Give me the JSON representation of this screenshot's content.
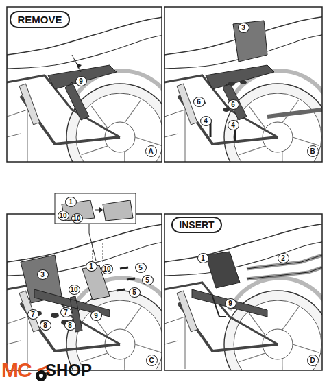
{
  "diagram": {
    "nodes": [
      {
        "text": [
          "REMOVE"
        ]
      },
      {
        "text": [
          "A"
        ]
      },
      {
        "text": [
          "B"
        ]
      },
      {
        "text": [
          "C"
        ]
      },
      {
        "text": [
          "INSERT"
        ]
      },
      {
        "text": [
          "D"
        ]
      }
    ],
    "labels": [
      "9",
      "3",
      "6",
      "6",
      "4",
      "4",
      "1",
      "10",
      "10",
      "3",
      "1",
      "10",
      "5",
      "5",
      "5",
      "10",
      "7",
      "7",
      "8",
      "8",
      "9",
      "1",
      "2",
      "9",
      "MC",
      "SHOP"
    ]
  }
}
